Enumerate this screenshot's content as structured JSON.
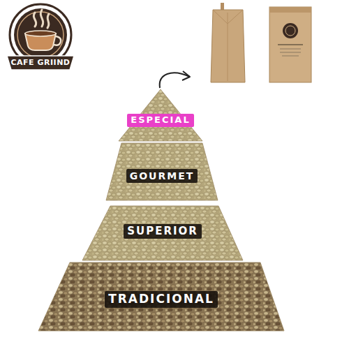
{
  "diagram": {
    "nodes": [
      {
        "text": [
          "ESPECIAL"
        ]
      },
      {
        "text": [
          "GOURMET"
        ]
      },
      {
        "text": [
          "SUPERIOR"
        ]
      },
      {
        "text": [
          "TRADICIONAL"
        ]
      }
    ],
    "labels": [
      "CAFE GRIIND"
    ]
  }
}
